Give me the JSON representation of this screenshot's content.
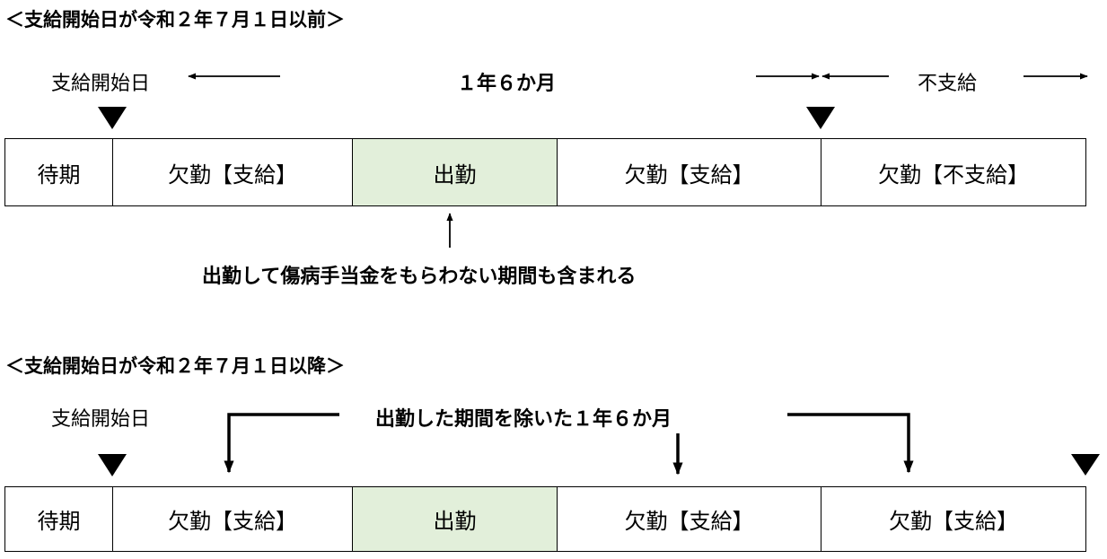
{
  "section1": {
    "heading": "＜支給開始日が令和２年７月１日以前＞",
    "start_label": "支給開始日",
    "duration_label": "１年６か月",
    "nonpay_label": "不支給",
    "cells": [
      "待期",
      "欠勤【支給】",
      "出勤",
      "欠勤【支給】",
      "欠勤【不支給】"
    ],
    "note": "出勤して傷病手当金をもらわない期間も含まれる"
  },
  "section2": {
    "heading": "＜支給開始日が令和２年７月１日以降＞",
    "start_label": "支給開始日",
    "duration_label": "出勤した期間を除いた１年６か月",
    "cells": [
      "待期",
      "欠勤【支給】",
      "出勤",
      "欠勤【支給】",
      "欠勤【支給】"
    ]
  },
  "colors": {
    "work_cell": "#e2efda",
    "line": "#000000"
  }
}
